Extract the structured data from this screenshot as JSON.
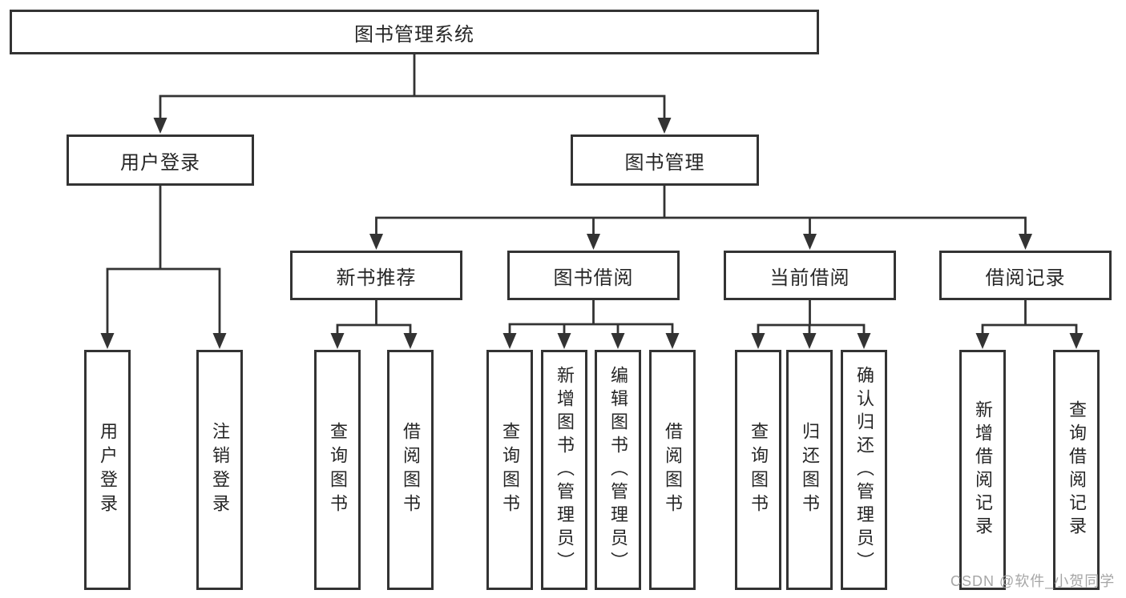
{
  "tree": {
    "label": "图书管理系统",
    "children": [
      {
        "label": "用户登录",
        "children": [
          {
            "label": "用户登录"
          },
          {
            "label": "注销登录"
          }
        ]
      },
      {
        "label": "图书管理",
        "children": [
          {
            "label": "新书推荐",
            "children": [
              {
                "label": "查询图书"
              },
              {
                "label": "借阅图书"
              }
            ]
          },
          {
            "label": "图书借阅",
            "children": [
              {
                "label": "查询图书"
              },
              {
                "label": "新增图书（管理员）"
              },
              {
                "label": "编辑图书（管理员）"
              },
              {
                "label": "借阅图书"
              }
            ]
          },
          {
            "label": "当前借阅",
            "children": [
              {
                "label": "查询图书"
              },
              {
                "label": "归还图书"
              },
              {
                "label": "确认归还（管理员）"
              }
            ]
          },
          {
            "label": "借阅记录",
            "children": [
              {
                "label": "新增借阅记录"
              },
              {
                "label": "查询借阅记录"
              }
            ]
          }
        ]
      }
    ]
  },
  "watermark": {
    "text": "CSDN @软件_小贺同学"
  },
  "colors": {
    "line": "#333333",
    "text": "#262626",
    "background": "#ffffff",
    "watermark": "#a6a6a6"
  }
}
